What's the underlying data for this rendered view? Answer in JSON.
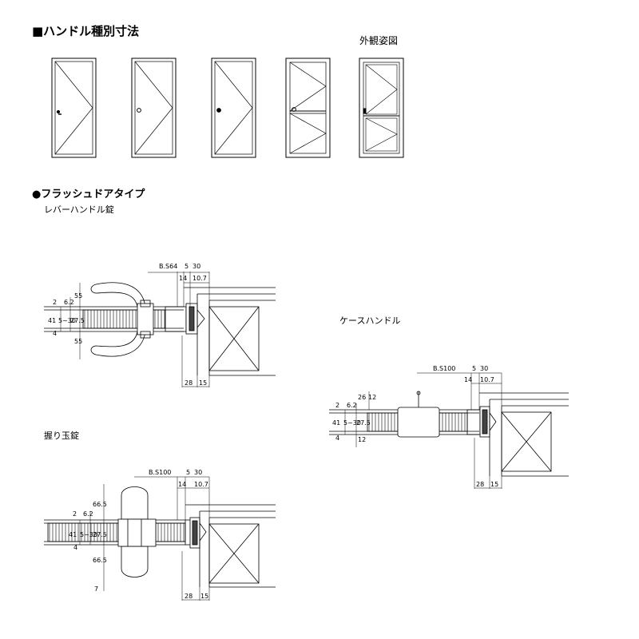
{
  "header": {
    "title": "■ハンドル種別寸法",
    "exterior_label": "外観姿図"
  },
  "section": {
    "heading": "●フラッシュドアタイプ"
  },
  "lever": {
    "label": "レバーハンドル錠",
    "dims": {
      "bs": "B.S64",
      "d5": "5",
      "d30": "30",
      "d14": "14",
      "d10_7": "10.7",
      "d2": "2",
      "d6_2": "6.2",
      "d55a": "55",
      "d41": "41",
      "d4": "4",
      "d5_30": "5~30",
      "d27_5": "27.5",
      "d55b": "55",
      "d28": "28",
      "d15": "15"
    }
  },
  "case": {
    "label": "ケースハンドル",
    "dims": {
      "bs": "B.S100",
      "d5": "5",
      "d30": "30",
      "d14": "14",
      "d10_7": "10.7",
      "d26": "26",
      "d12a": "12",
      "d2": "2",
      "d6_2": "6.2",
      "d41": "41",
      "d4": "4",
      "d5_30": "5~30",
      "d27_5": "27.5",
      "d12b": "12",
      "d28": "28",
      "d15": "15"
    }
  },
  "knob": {
    "label": "握り玉錠",
    "dims": {
      "bs": "B.S100",
      "d5": "5",
      "d30": "30",
      "d14": "14",
      "d10_7": "10.7",
      "d66_5a": "66.5",
      "d6_2": "6.2",
      "d2": "2",
      "d41": "41",
      "d4": "4",
      "d5_30": "5~30",
      "d27_5": "27.5",
      "d66_5b": "66.5",
      "d7": "7",
      "d28": "28",
      "d15": "15"
    }
  }
}
